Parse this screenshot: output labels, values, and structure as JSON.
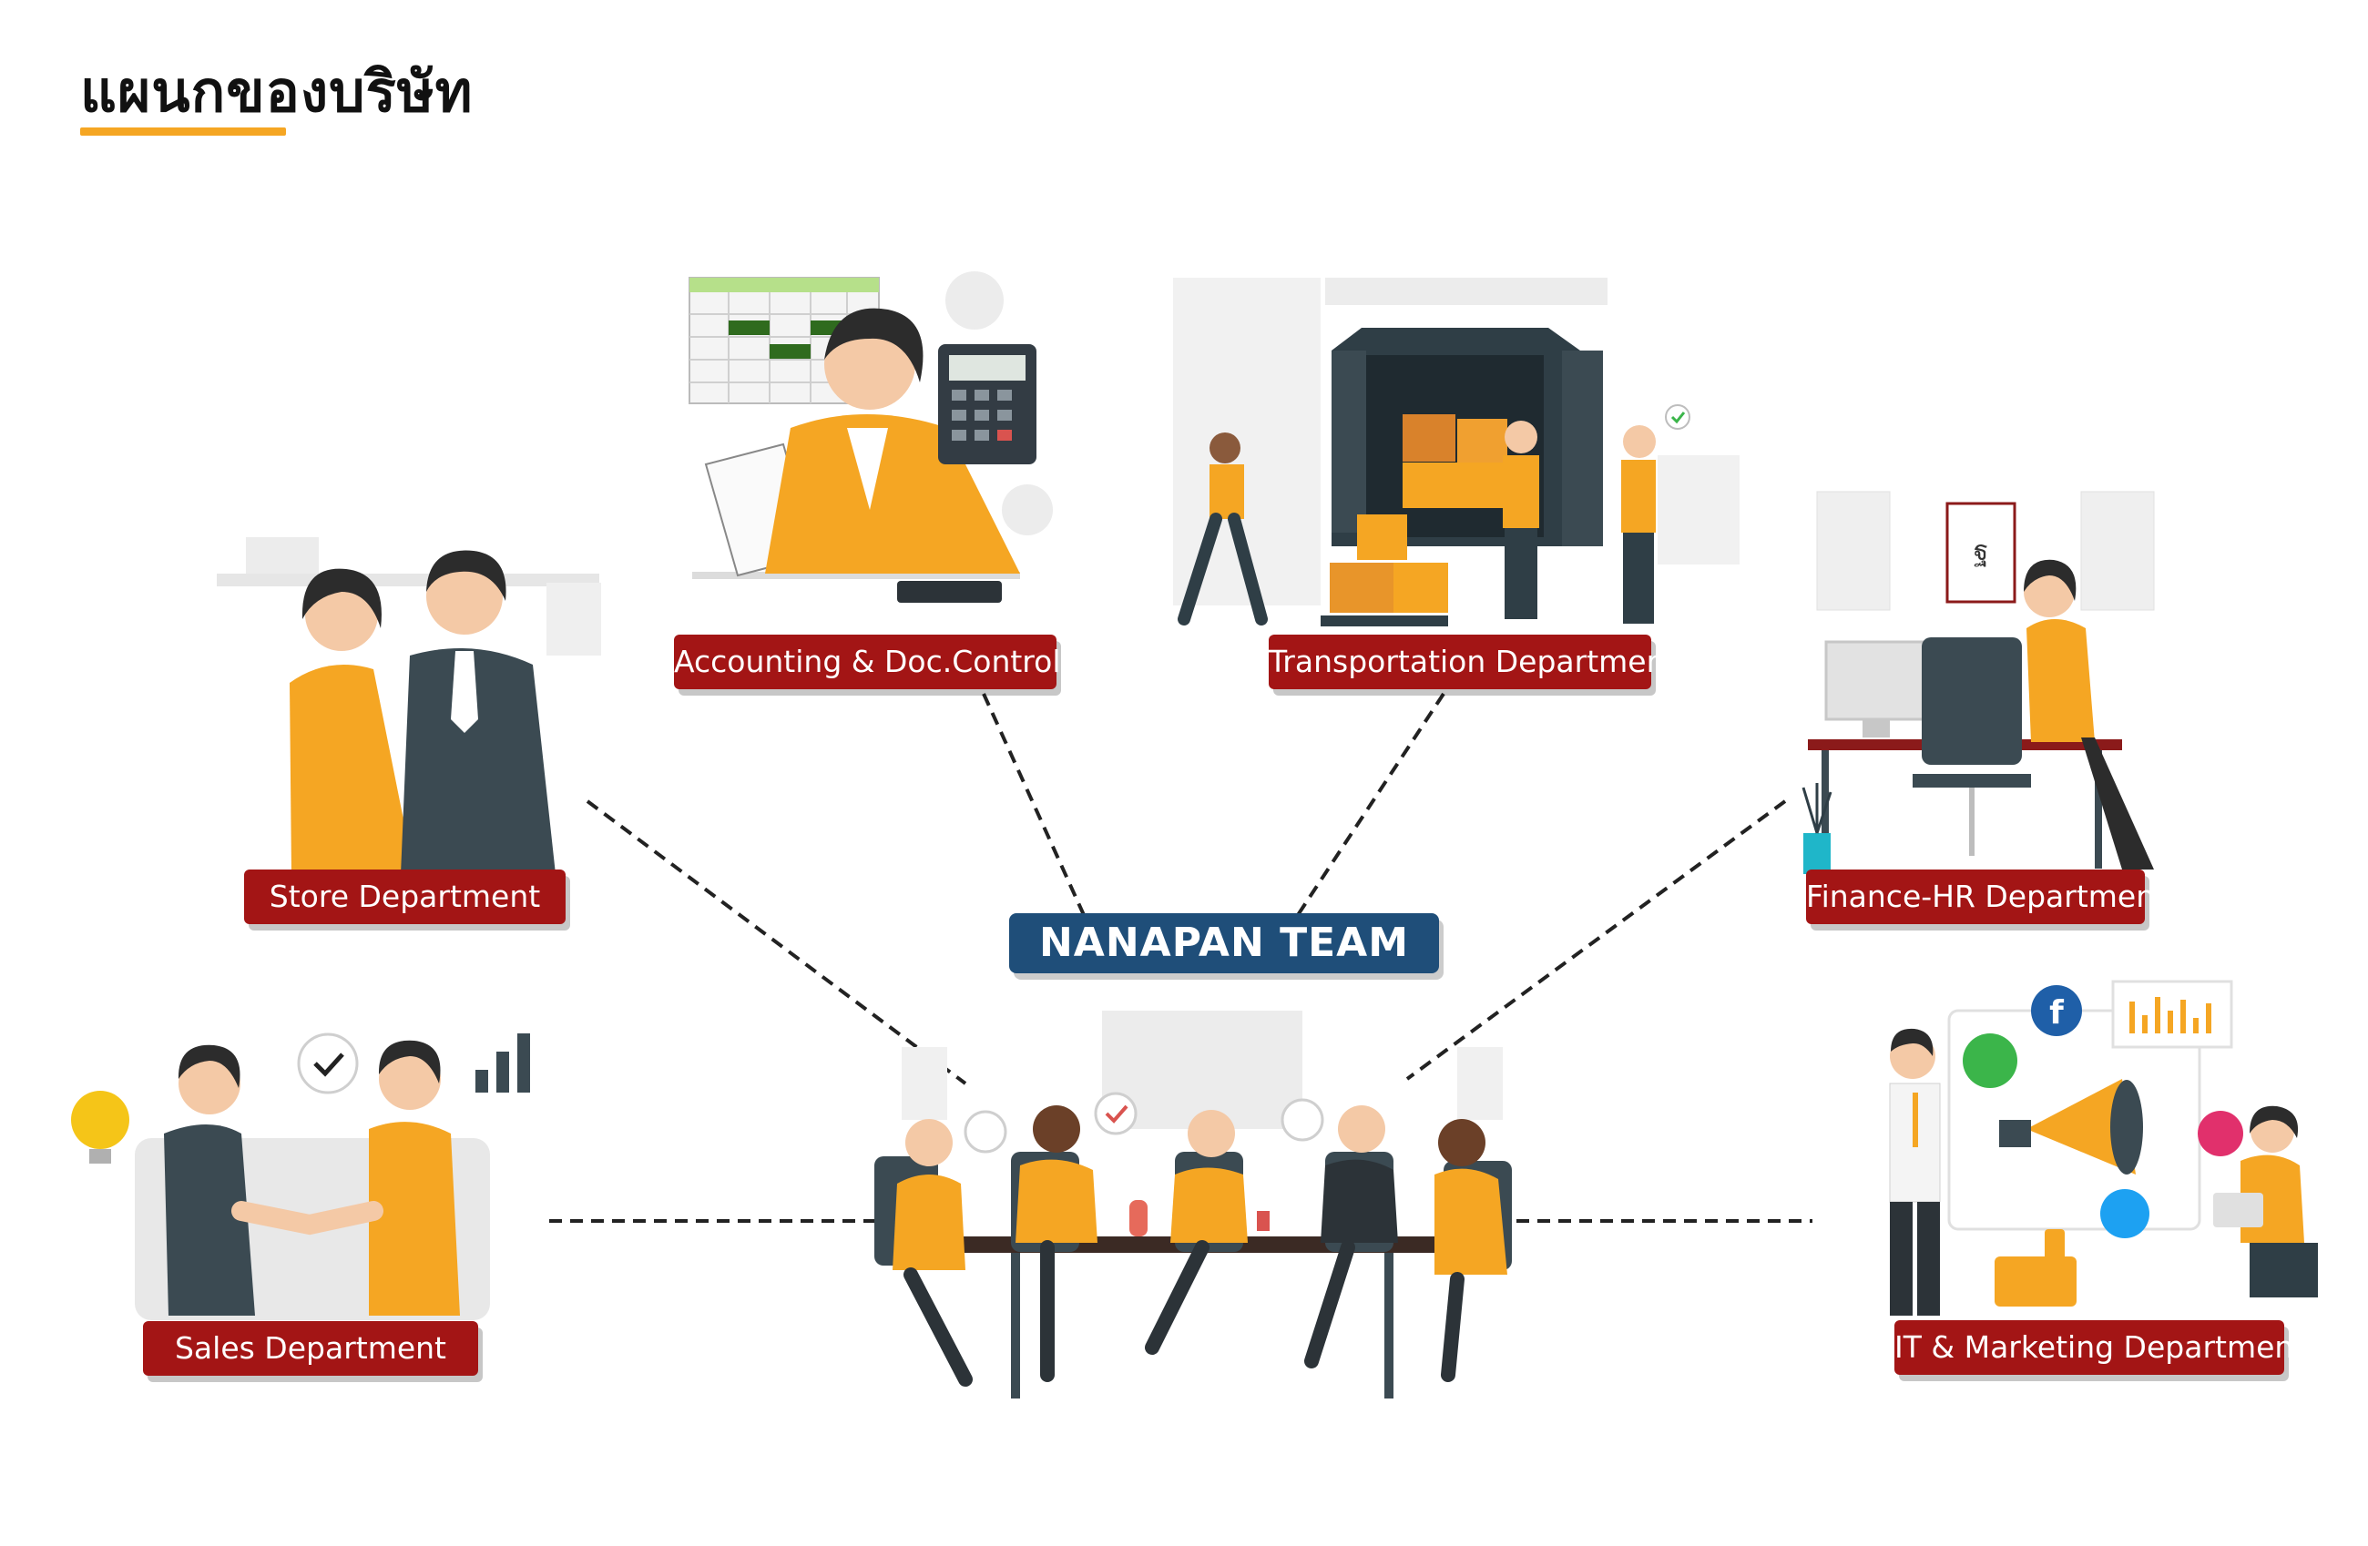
{
  "page": {
    "title": "แผนกของบริษัท"
  },
  "colors": {
    "label_red": "#A31515",
    "center_navy": "#1F4E79",
    "accent_orange": "#F5A623",
    "figure_dark": "#3B4A52",
    "figure_light": "#E8E8E8"
  },
  "center": {
    "label": "NANAPAN TEAM",
    "illustration": "team-meeting-illustration"
  },
  "departments": [
    {
      "id": "accounting",
      "label": "Accounting & Doc.Control",
      "illustration": "accountant-illustration"
    },
    {
      "id": "transportation",
      "label": "Transportation Department",
      "illustration": "delivery-van-illustration"
    },
    {
      "id": "store",
      "label": "Store Department",
      "illustration": "store-staff-illustration"
    },
    {
      "id": "finance_hr",
      "label": "Finance-HR Department",
      "illustration": "office-desk-illustration"
    },
    {
      "id": "sales",
      "label": "Sales Department",
      "illustration": "handshake-illustration"
    },
    {
      "id": "it_marketing",
      "label": "IT & Marketing Department",
      "illustration": "social-media-illustration"
    }
  ]
}
